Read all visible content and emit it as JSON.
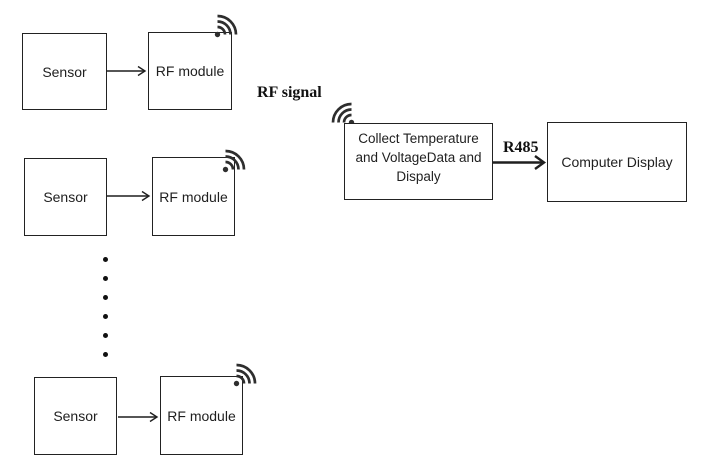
{
  "colors": {
    "background": "#ffffff",
    "line": "#1f1f1f",
    "box_border": "#222222",
    "text": "#1f1f1f",
    "icon": "#2e2e2e"
  },
  "rows": [
    {
      "sensor": "Sensor",
      "rf_module": "RF module"
    },
    {
      "sensor": "Sensor",
      "rf_module": "RF module"
    },
    {
      "sensor": "Sensor",
      "rf_module": "RF module"
    }
  ],
  "labels": {
    "rf_signal": "RF signal",
    "bus": "R485"
  },
  "collector": {
    "text": "Collect Temperature and VoltageData and Dispaly"
  },
  "display": {
    "text": "Computer Display"
  },
  "ellipsis": {
    "dot_count": 6
  },
  "icons": {
    "wifi": "wireless-signal"
  }
}
